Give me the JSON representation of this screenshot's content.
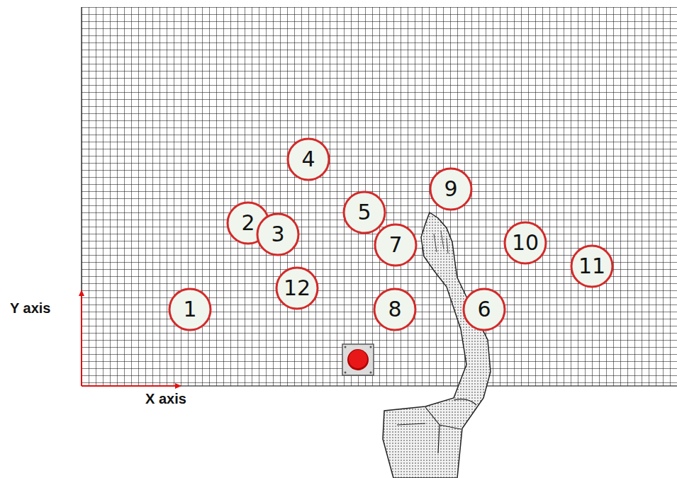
{
  "diagram": {
    "nodes": [
      {
        "text": [
          "1"
        ]
      },
      {
        "text": [
          "2"
        ]
      },
      {
        "text": [
          "3"
        ]
      },
      {
        "text": [
          "4"
        ]
      },
      {
        "text": [
          "5"
        ]
      },
      {
        "text": [
          "6"
        ]
      },
      {
        "text": [
          "7"
        ]
      },
      {
        "text": [
          "8"
        ]
      },
      {
        "text": [
          "9"
        ]
      },
      {
        "text": [
          "10"
        ]
      },
      {
        "text": [
          "11"
        ]
      },
      {
        "text": [
          "12"
        ]
      }
    ],
    "labels": [
      "Y axis",
      "X axis"
    ]
  }
}
